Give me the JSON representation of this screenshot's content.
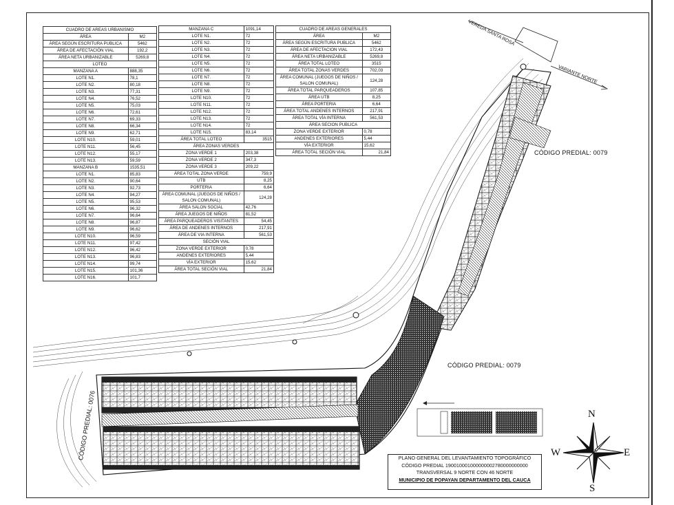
{
  "urbanismo": {
    "title": "CUADRO DE AREAS URBANISMO",
    "head": [
      "ÁREA",
      "M2"
    ],
    "rows": [
      [
        "ÁREA SEGÚN ESCRITURA PUBLICA",
        "5462"
      ],
      [
        "ÁREA DE AFECTACIÓN VIAL",
        "192,2"
      ],
      [
        "ÁREA NETA URBANIZABLE",
        "5269,8"
      ]
    ],
    "loteo": "LOTEO",
    "manzana_a": [
      "MANZANA A",
      "888,35"
    ],
    "lotes_a": [
      [
        "LOTE N1.",
        "78,1"
      ],
      [
        "LOTE N2.",
        "80,18"
      ],
      [
        "LOTE N3.",
        "77,31"
      ],
      [
        "LOTE N4.",
        "76,52"
      ],
      [
        "LOTE N5.",
        "75,03"
      ],
      [
        "LOTE N6.",
        "72,61"
      ],
      [
        "LOTE N7.",
        "69,33"
      ],
      [
        "LOTE N8.",
        "66,34"
      ],
      [
        "LOTE N9.",
        "62,71"
      ],
      [
        "LOTE N10.",
        "59,01"
      ],
      [
        "LOTE N11.",
        "56,45"
      ],
      [
        "LOTE N12.",
        "55,17"
      ],
      [
        "LOTE N13.",
        "59,59"
      ]
    ],
    "manzana_b": [
      "MANZANA B",
      "1535,51"
    ],
    "lotes_b": [
      [
        "LOTE N1.",
        "85,83"
      ],
      [
        "LOTE N2.",
        "90,64"
      ],
      [
        "LOTE N3.",
        "92,73"
      ],
      [
        "LOTE N4.",
        "94,27"
      ],
      [
        "LOTE N5.",
        "95,53"
      ],
      [
        "LOTE N6.",
        "96,32"
      ],
      [
        "LOTE N7.",
        "96,64"
      ],
      [
        "LOTE N8.",
        "96,87"
      ],
      [
        "LOTE N9.",
        "96,62"
      ],
      [
        "LOTE N10.",
        "96,59"
      ],
      [
        "LOTE N11.",
        "97,42"
      ],
      [
        "LOTE N12.",
        "96,42"
      ],
      [
        "LOTE N13.",
        "96,83"
      ],
      [
        "LOTE N14.",
        "99,74"
      ],
      [
        "LOTE N15.",
        "101,36"
      ],
      [
        "LOTE N16.",
        "101,7"
      ]
    ]
  },
  "manzana_c": {
    "header": [
      "MANZANA C",
      "1091,14"
    ],
    "lotes": [
      [
        "LOTE N1.",
        "72"
      ],
      [
        "LOTE N2.",
        "72"
      ],
      [
        "LOTE N3.",
        "72"
      ],
      [
        "LOTE N4.",
        "72"
      ],
      [
        "LOTE N5.",
        "72"
      ],
      [
        "LOTE N6.",
        "72"
      ],
      [
        "LOTE N7.",
        "72"
      ],
      [
        "LOTE N8.",
        "72"
      ],
      [
        "LOTE N9.",
        "72"
      ],
      [
        "LOTE N10.",
        "72"
      ],
      [
        "LOTE N11.",
        "72"
      ],
      [
        "LOTE N12.",
        "72"
      ],
      [
        "LOTE N13.",
        "72"
      ],
      [
        "LOTE N14.",
        "72"
      ],
      [
        "LOTE N15.",
        "83,14"
      ]
    ],
    "total_loteo": [
      "ÁREA TOTAL LOTEO",
      "3515"
    ],
    "zonas_verdes_title": "ÁREA ZONAS VERDES",
    "zonas": [
      [
        "ZONA VERDE 1",
        "203,38"
      ],
      [
        "ZONA VERDE 2",
        "347,3"
      ],
      [
        "ZONA VERDE 3",
        "209,22"
      ]
    ],
    "total_zona_verde": [
      "ÁREA TOTAL ZONA VERDE",
      "759,9"
    ],
    "utb": [
      "UTB",
      "8,25"
    ],
    "porteria": [
      "PORTERIA",
      "6,64"
    ],
    "comunal": [
      "ÁREA COMUNAL (JUEGOS DE NIÑOS / SALON COMUNAL)",
      "124,28"
    ],
    "comunal_rows": [
      [
        "ÁREA SALON SOCIAL",
        "42,76"
      ],
      [
        "ÁREA JUEGOS DE NIÑOS",
        "81,52"
      ]
    ],
    "parqueaderos": [
      "ÁREA PARQUEADEROS VISITANTES",
      "54,45"
    ],
    "andenes": [
      "ÁREA DE ANDENES INTERNOS",
      "217,91"
    ],
    "via_interna": [
      "ÁREA DE VIA INTERNA",
      "561,53"
    ],
    "seccion_vial_title": "SECIÓN VIAL",
    "seccion_rows": [
      [
        "ZONA VERDE EXTERIOR",
        "0,78"
      ],
      [
        "ANDENES EXTERIORES",
        "5,44"
      ],
      [
        "VÍA EXTERIOR",
        "15,62"
      ]
    ],
    "total_seccion": [
      "ÁREA TOTAL SECIÓN VIAL",
      "21,84"
    ]
  },
  "generales": {
    "title": "CUADRO DE AREAS GENERALES",
    "head": [
      "ÁREA",
      "M2"
    ],
    "rows": [
      [
        "ÁREA SEGÚN ESCRITURA PUBLICA",
        "5462"
      ],
      [
        "ÁREA DE AFECTACION VIAL",
        "172,43"
      ],
      [
        "ÁREA NETA URBANIZABLE",
        "5269,8"
      ],
      [
        "ÁREA TOTAL LOTEO",
        "3515"
      ],
      [
        "ÁREA TOTAL ZONAS VERDES",
        "702,03"
      ]
    ],
    "comunal": [
      "ÁREA COMUNAL (JUEGOS DE NIÑOS / SALON COMUNAL)",
      "124,28"
    ],
    "rows2": [
      [
        "ÁREA TOTAL PARQUEADEROS",
        "107,85"
      ],
      [
        "ÁREA UTB",
        "8,25"
      ],
      [
        "ÁREA PORTERIA",
        "6,64"
      ],
      [
        "ÁREA TOTAL ANDENES INTERNOS",
        "217,91"
      ],
      [
        "ÁREA TOTAL VÍA INTERNA",
        "561,53"
      ]
    ],
    "seccion_title": "ÁREA SECION PUBLICA",
    "seccion_rows": [
      [
        "ZONA VERDE EXTERIOR",
        "0,78"
      ],
      [
        "ANDENES EXTERIORES",
        "5,44"
      ],
      [
        "VÍA EXTERIOR",
        "15,62"
      ]
    ],
    "total_seccion": [
      "ÁREA TOTAL SECIÓN VIAL",
      "21,84"
    ]
  },
  "map_labels": {
    "vereda": "VEREDA SANTA ROSA",
    "variante": "VARIANTE NORTE",
    "codigo_1": "CÓDIGO PREDIAL: 0079",
    "codigo_2": "CÓDIGO PREDIAL: 0079",
    "codigo_3": "CÓDIGO PREDIAL: 0076"
  },
  "title_block": {
    "line1": "PLANO GENERAL DEL  LEVANTAMIENTO TOPOGRÁFICO",
    "line2": "CÓDIGO PREDIAL 190010001000000002780000000000",
    "line3": "TRANSVERSAL 9 NORTE CON 46 NORTE",
    "line4": "MUNICIPIO DE POPAYAN  DEPARTAMENTO DEL CAUCA"
  },
  "compass": {
    "n": "N",
    "s": "S",
    "e": "E",
    "w": "W"
  },
  "colors": {
    "ink": "#111111",
    "hatch": "#1a1a1a",
    "paper": "#ffffff"
  }
}
